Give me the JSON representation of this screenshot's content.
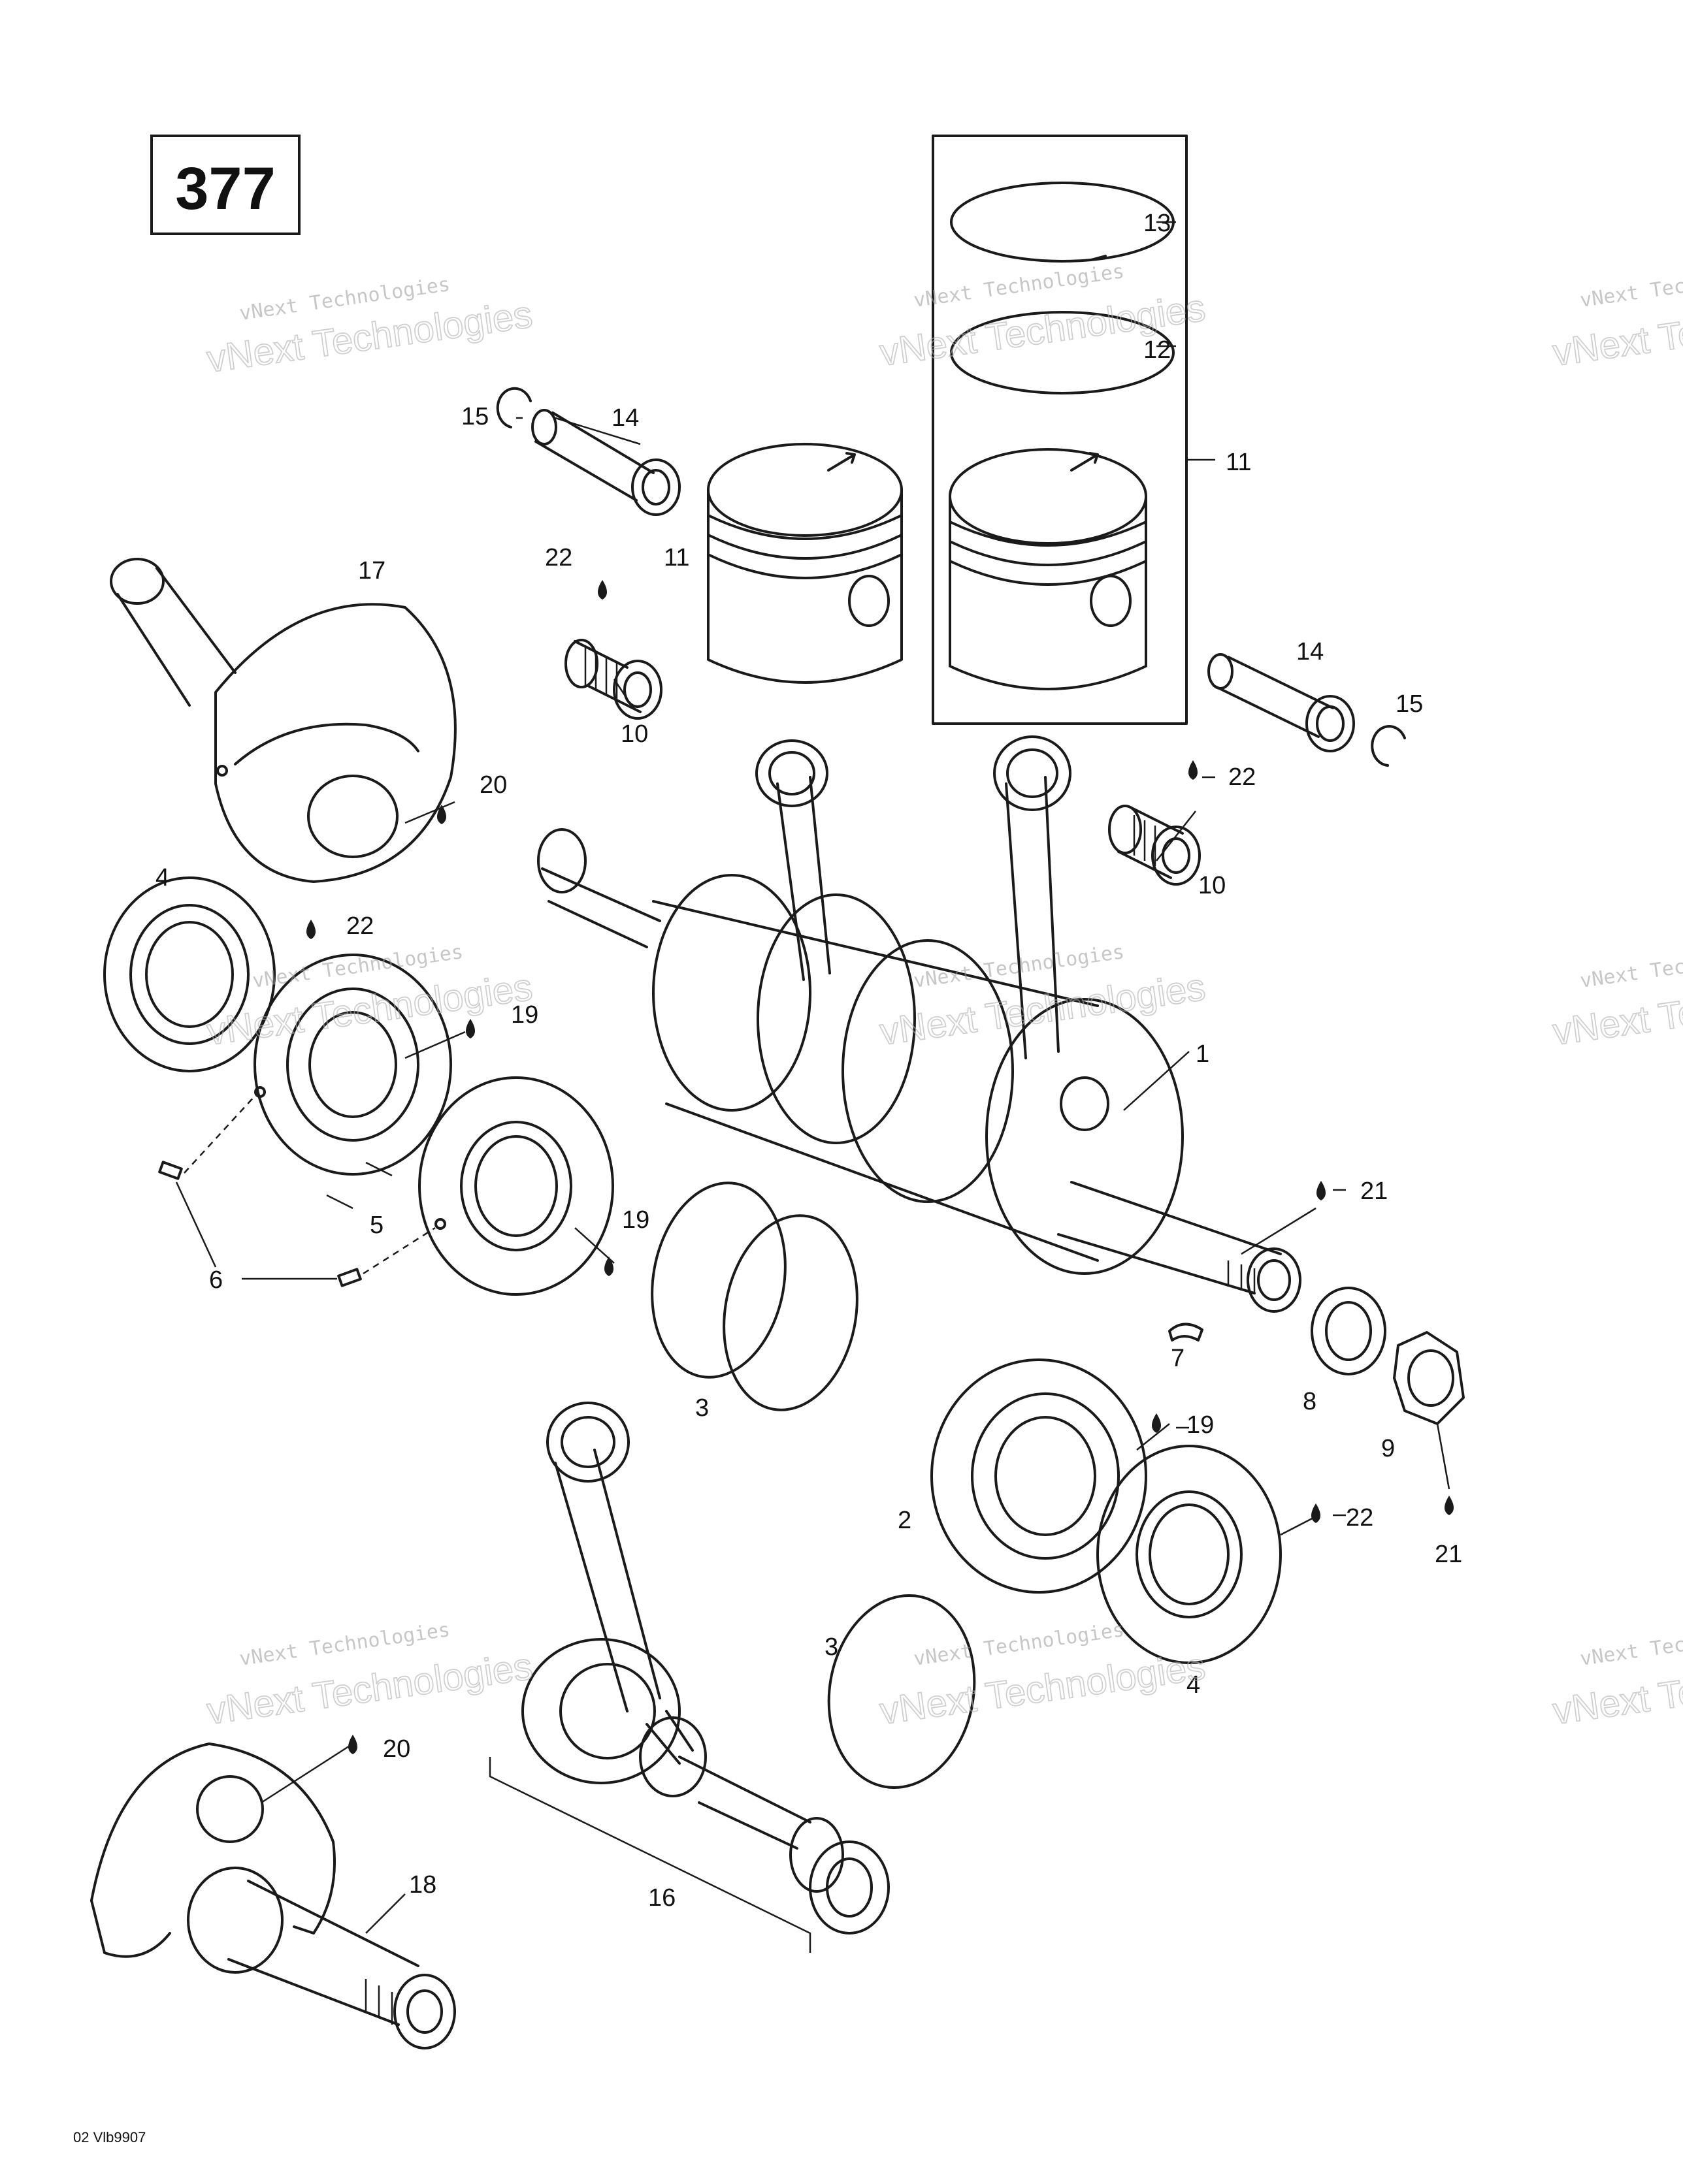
{
  "page_number": "377",
  "footer_code": "02 Vlb9907",
  "watermark": {
    "line1": "vNext Technologies",
    "line2": "vNext Technologies"
  },
  "callouts": {
    "c1": "1",
    "c2": "2",
    "c3a": "3",
    "c3b": "3",
    "c4a": "4",
    "c4b": "4",
    "c5": "5",
    "c6": "6",
    "c7": "7",
    "c8": "8",
    "c9": "9",
    "c10a": "10",
    "c10b": "10",
    "c11a": "11",
    "c11b": "11",
    "c12": "12",
    "c13": "13",
    "c14a": "14",
    "c14b": "14",
    "c15a": "15",
    "c15b": "15",
    "c16": "16",
    "c17": "17",
    "c18": "18",
    "c19a": "19",
    "c19b": "19",
    "c19c": "19",
    "c20a": "20",
    "c20b": "20",
    "c21a": "21",
    "c21b": "21",
    "c22a": "22",
    "c22b": "22",
    "c22c": "22",
    "c22d": "22"
  },
  "icons": {
    "lubricant": "oil-drop-icon"
  }
}
